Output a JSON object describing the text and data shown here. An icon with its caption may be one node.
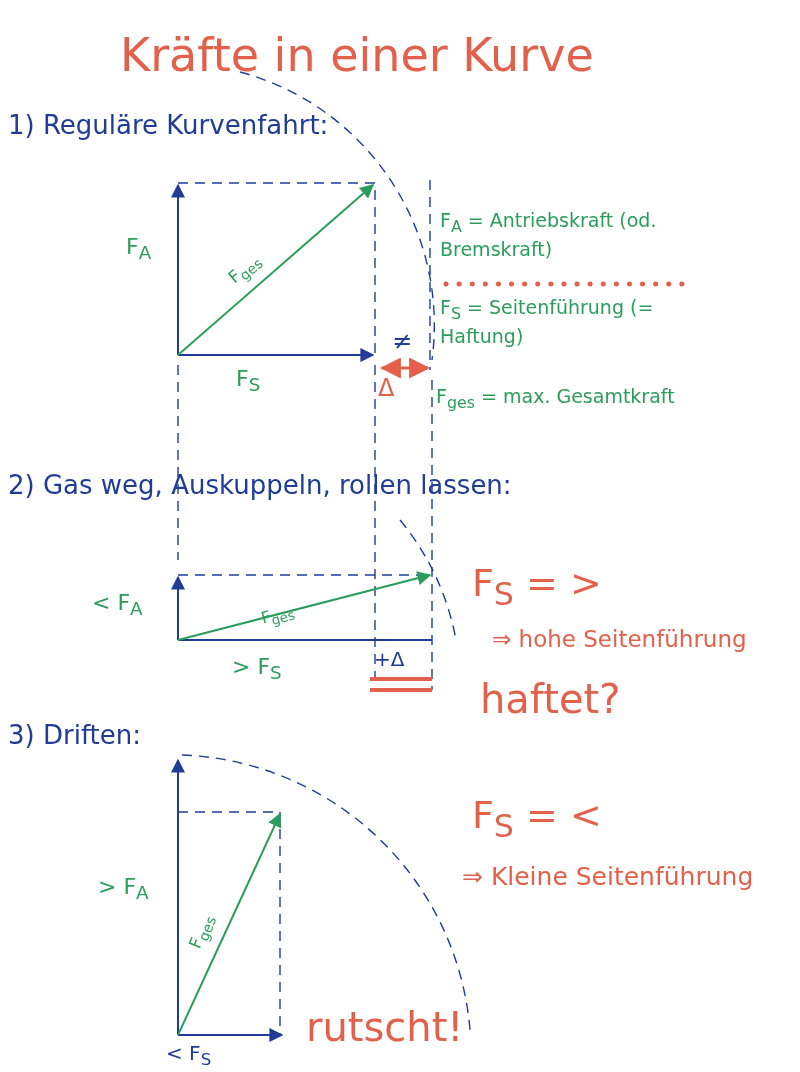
{
  "diagram": {
    "title": "Kräfte in einer Kurve",
    "labels": [
      "1) Reguläre Kurvenfahrt:",
      "F$_{A}$",
      "F$_{ges}$",
      "F$_{A}$ = Antriebskraft (od. Bremskraft)",
      "≠",
      "F$_{S}$ = Seitenführung (= Haftung)",
      "F$_{S}$",
      "Δ",
      "F$_{ges}$ = max. Gesamtkraft",
      "2) Gas weg, Auskuppeln, rollen lassen:",
      "< F$_{A}$",
      "F$_{ges}$",
      "F$_{S}$ = >",
      "> F$_{S}$",
      "+Δ",
      "⇒ hohe Seitenführung",
      "haftet?",
      "3) Driften:",
      "> F$_{A}$",
      "F$_{ges}$",
      "F$_{S}$ = <",
      "⇒ Kleine Seitenführung",
      "< F$_{S}$",
      "rutscht!"
    ]
  }
}
